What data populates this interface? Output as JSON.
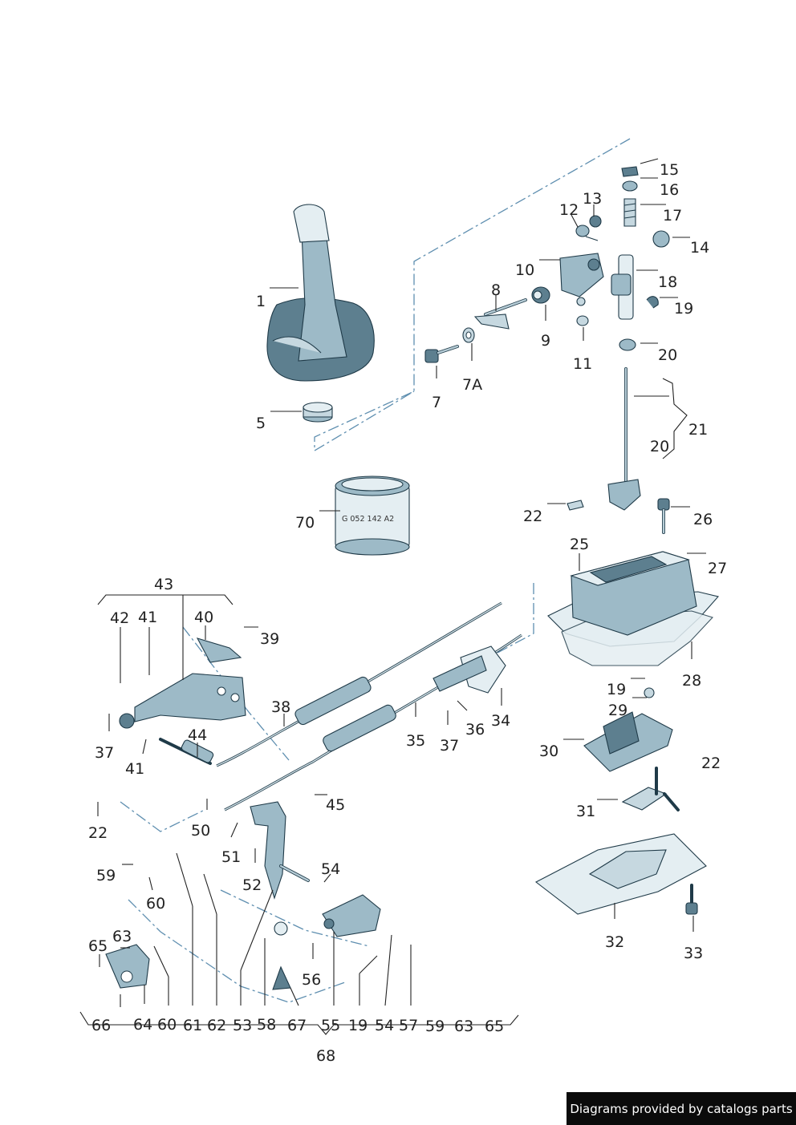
{
  "diagram": {
    "part_numbers": [
      "1",
      "5",
      "7",
      "7A",
      "8",
      "9",
      "10",
      "11",
      "12",
      "13",
      "14",
      "15",
      "16",
      "17",
      "18",
      "19",
      "20",
      "21",
      "22",
      "25",
      "26",
      "27",
      "28",
      "29",
      "30",
      "31",
      "32",
      "33",
      "34",
      "35",
      "36",
      "37",
      "38",
      "39",
      "40",
      "41",
      "42",
      "43",
      "44",
      "45",
      "50",
      "51",
      "52",
      "53",
      "54",
      "55",
      "56",
      "57",
      "58",
      "59",
      "60",
      "61",
      "62",
      "63",
      "64",
      "65",
      "66",
      "67",
      "68",
      "70"
    ],
    "marking_70": "G 052 142 A2"
  },
  "footer": {
    "credit": "Diagrams provided by catalogs parts"
  }
}
